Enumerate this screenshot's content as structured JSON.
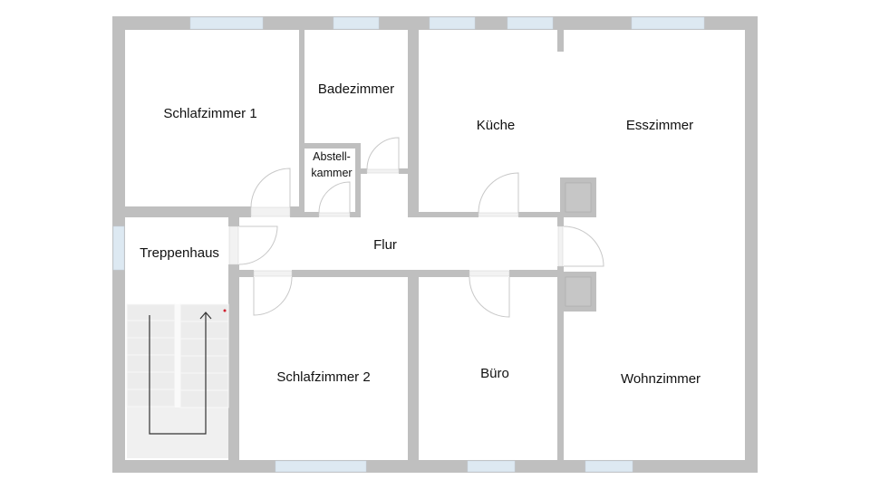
{
  "plan": {
    "rooms": {
      "schlafzimmer1": "Schlafzimmer 1",
      "badezimmer": "Badezimmer",
      "abstellkammer_line1": "Abstell-",
      "abstellkammer_line2": "kammer",
      "kueche": "Küche",
      "esszimmer": "Esszimmer",
      "flur": "Flur",
      "treppenhaus": "Treppenhaus",
      "schlafzimmer2": "Schlafzimmer 2",
      "buero": "Büro",
      "wohnzimmer": "Wohnzimmer"
    },
    "colors": {
      "wall": "#bfbfbf",
      "window": "#dde9f2",
      "background": "#ffffff"
    },
    "icons": [
      "stair-arrow-icon",
      "chimney-icon"
    ]
  }
}
